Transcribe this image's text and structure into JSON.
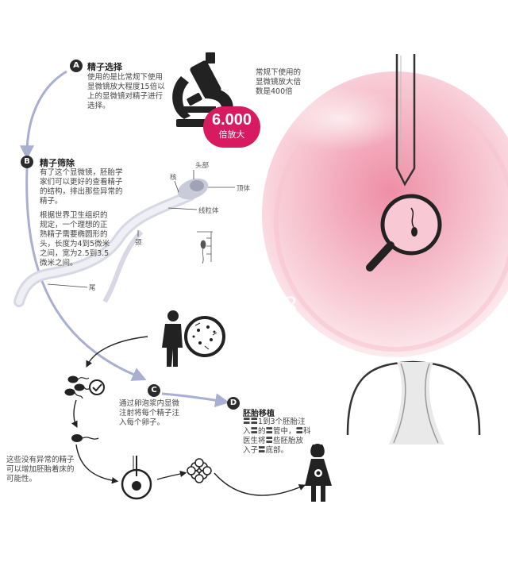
{
  "steps": {
    "A": {
      "letter": "A",
      "title": "精子选择",
      "text": [
        "使用的是比常规下使用",
        "显微镜放大程度15倍以",
        "上的显微镜对精子进行",
        "选择。"
      ]
    },
    "B": {
      "letter": "B",
      "title": "精子筛除",
      "text": [
        "有了这个显微镜，胚胎学",
        "家们可以更好的查看精子",
        "的结构，排出那些异常的",
        "精子。"
      ],
      "text2": [
        "根据世界卫生组织的",
        "规定，一个理想的正",
        "熟精子需要椭圆形的",
        "头，长度为4到5微米",
        "之间，宽为2.5到3.5",
        "微米之间。"
      ]
    },
    "C": {
      "letter": "C",
      "text": [
        "通过卵泡浆内显微",
        "注射将每个精子注",
        "入每个卵子。"
      ]
    },
    "D": {
      "letter": "D",
      "title": "胚胎移植",
      "text": [
        "〓〓1到3个胚胎注",
        "入〓的〓管中，〓科",
        "医生将〓些胚胎放",
        "入子〓底部。"
      ]
    }
  },
  "microscope_note": [
    "常规下使用的",
    "显微镜放大倍",
    "数是400倍"
  ],
  "magnification": {
    "value": "6.000",
    "label": "倍放大"
  },
  "sperm_labels": {
    "head": "头部",
    "nucleus": "核",
    "acrosome": "顶体",
    "mitochondria": "线粒体",
    "neck": "颈",
    "tail": "尾"
  },
  "bottom_note": [
    "这些没有异常的精子",
    "可以增加胚胎着床的",
    "可能性。"
  ],
  "overlay_text": "无精症?8",
  "colors": {
    "accent": "#d81b60",
    "arrow": "#a9afd0",
    "ink": "#2b2b2b"
  }
}
